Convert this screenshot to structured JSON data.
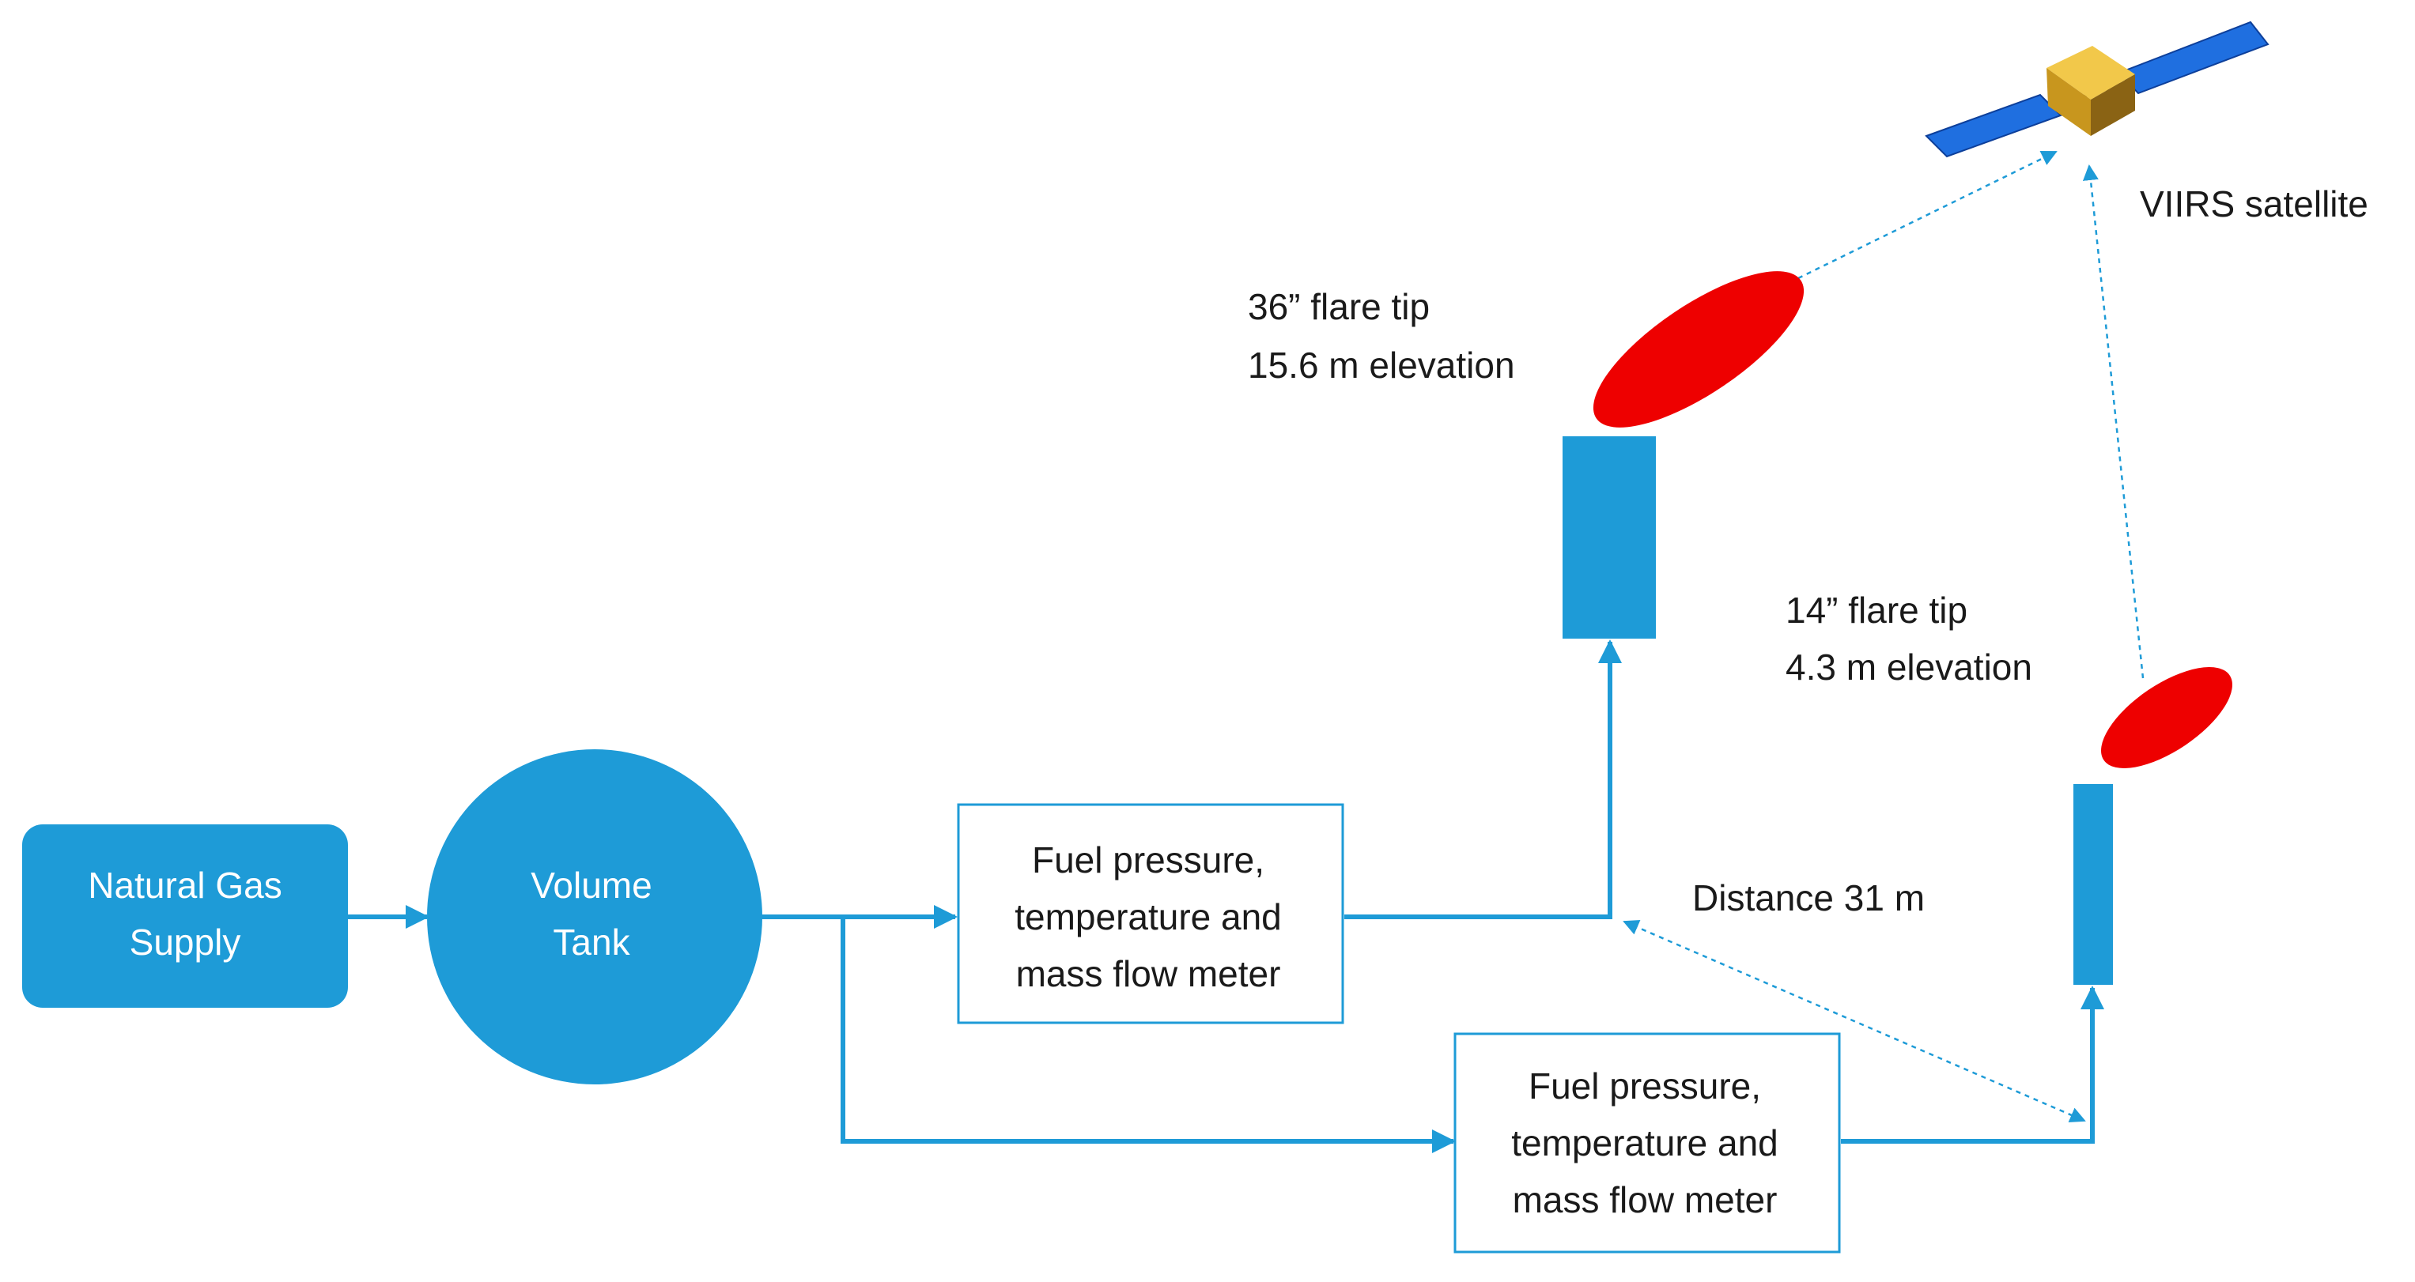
{
  "nodes": {
    "supply": {
      "line1": "Natural Gas",
      "line2": "Supply"
    },
    "tank": {
      "line1": "Volume",
      "line2": "Tank"
    },
    "meter_upper": {
      "line1": "Fuel pressure,",
      "line2": "temperature and",
      "line3": "mass flow meter"
    },
    "meter_lower": {
      "line1": "Fuel pressure,",
      "line2": "temperature and",
      "line3": "mass flow meter"
    }
  },
  "labels": {
    "flare36_line1": "36” flare tip",
    "flare36_line2": "15.6 m elevation",
    "flare14_line1": "14” flare tip",
    "flare14_line2": "4.3 m elevation",
    "distance": "Distance 31 m",
    "satellite": "VIIRS satellite"
  },
  "colors": {
    "accent_blue": "#1e9bd7",
    "flame_red": "#ee0000",
    "panel_blue": "#1f6fe0",
    "satellite_gold": "#c8961e",
    "text_dark": "#1a1a1a"
  },
  "icons": {
    "satellite": "satellite-icon",
    "flame_large": "flame-icon",
    "flame_small": "flame-icon"
  }
}
